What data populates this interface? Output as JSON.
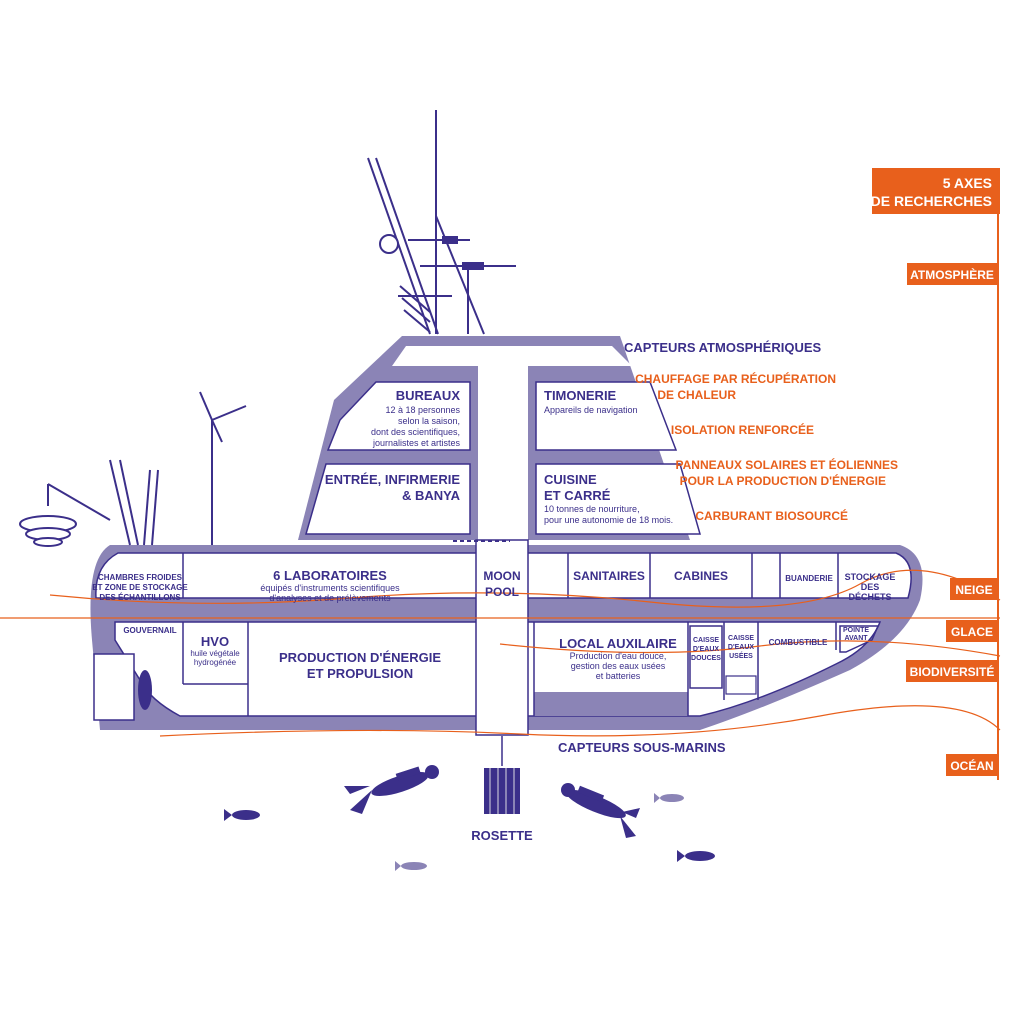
{
  "colors": {
    "navy": "#3b2f8a",
    "hull": "#8b84b6",
    "orange": "#e8601c",
    "background": "#ffffff"
  },
  "superstructure": {
    "bureaux": {
      "title": "BUREAUX",
      "lines": [
        "12 à 18 personnes",
        "selon la saison,",
        "dont des scientifiques,",
        "journalistes et artistes"
      ]
    },
    "timonerie": {
      "title": "TIMONERIE",
      "sub": "Appareils de navigation"
    },
    "entree": {
      "line1": "ENTRÉE, INFIRMERIE",
      "line2": "& BANYA"
    },
    "cuisine": {
      "line1": "CUISINE",
      "line2": "ET CARRÉ",
      "sub1": "10 tonnes de nourriture,",
      "sub2": "pour une autonomie de 18 mois."
    }
  },
  "hull": {
    "chambres": [
      "CHAMBRES FROIDES",
      "ET ZONE DE STOCKAGE",
      "DES ÉCHANTILLONS"
    ],
    "laboratoires": {
      "title": "6 LABORATOIRES",
      "sub1": "équipés d'instruments scientifiques",
      "sub2": "d'analyses et de prélèvements"
    },
    "moonpool": {
      "line1": "MOON",
      "line2": "POOL"
    },
    "sanitaires": "SANITAIRES",
    "cabines": "CABINES",
    "buanderie": "BUANDERIE",
    "dechets": [
      "STOCKAGE",
      "DES",
      "DÉCHETS"
    ],
    "gouvernail": "GOUVERNAIL",
    "hvo": {
      "title": "HVO",
      "sub1": "huile végétale",
      "sub2": "hydrogénée"
    },
    "production": {
      "line1": "PRODUCTION D'ÉNERGIE",
      "line2": "ET PROPULSION"
    },
    "local": {
      "title": "LOCAL AUXILAIRE",
      "sub1": "Production d'eau douce,",
      "sub2": "gestion des eaux usées",
      "sub3": "et batteries"
    },
    "caisse_douces": [
      "CAISSE",
      "D'EAUX",
      "DOUCES"
    ],
    "caisse_usees": [
      "CAISSE",
      "D'EAUX",
      "USÉES"
    ],
    "combustible": "COMBUSTIBLE",
    "pointe": [
      "POINTE",
      "AVANT"
    ]
  },
  "sensors": {
    "atmospheriques": "CAPTEURS ATMOSPHÉRIQUES",
    "sous_marins": "CAPTEURS SOUS-MARINS",
    "rosette": "ROSETTE"
  },
  "features": {
    "chauffage": [
      "CHAUFFAGE PAR RÉCUPÉRATION",
      "DE CHALEUR"
    ],
    "isolation": "ISOLATION RENFORCÉE",
    "panneaux": [
      "PANNEAUX SOLAIRES ET ÉOLIENNES",
      "POUR LA PRODUCTION D'ÉNERGIE"
    ],
    "carburant": "CARBURANT BIOSOURCÉ"
  },
  "axes": {
    "header": [
      "5 AXES",
      "DE RECHERCHES"
    ],
    "items": [
      "ATMOSPHÈRE",
      "NEIGE",
      "GLACE",
      "BIODIVERSITÉ",
      "OCÉAN"
    ]
  }
}
